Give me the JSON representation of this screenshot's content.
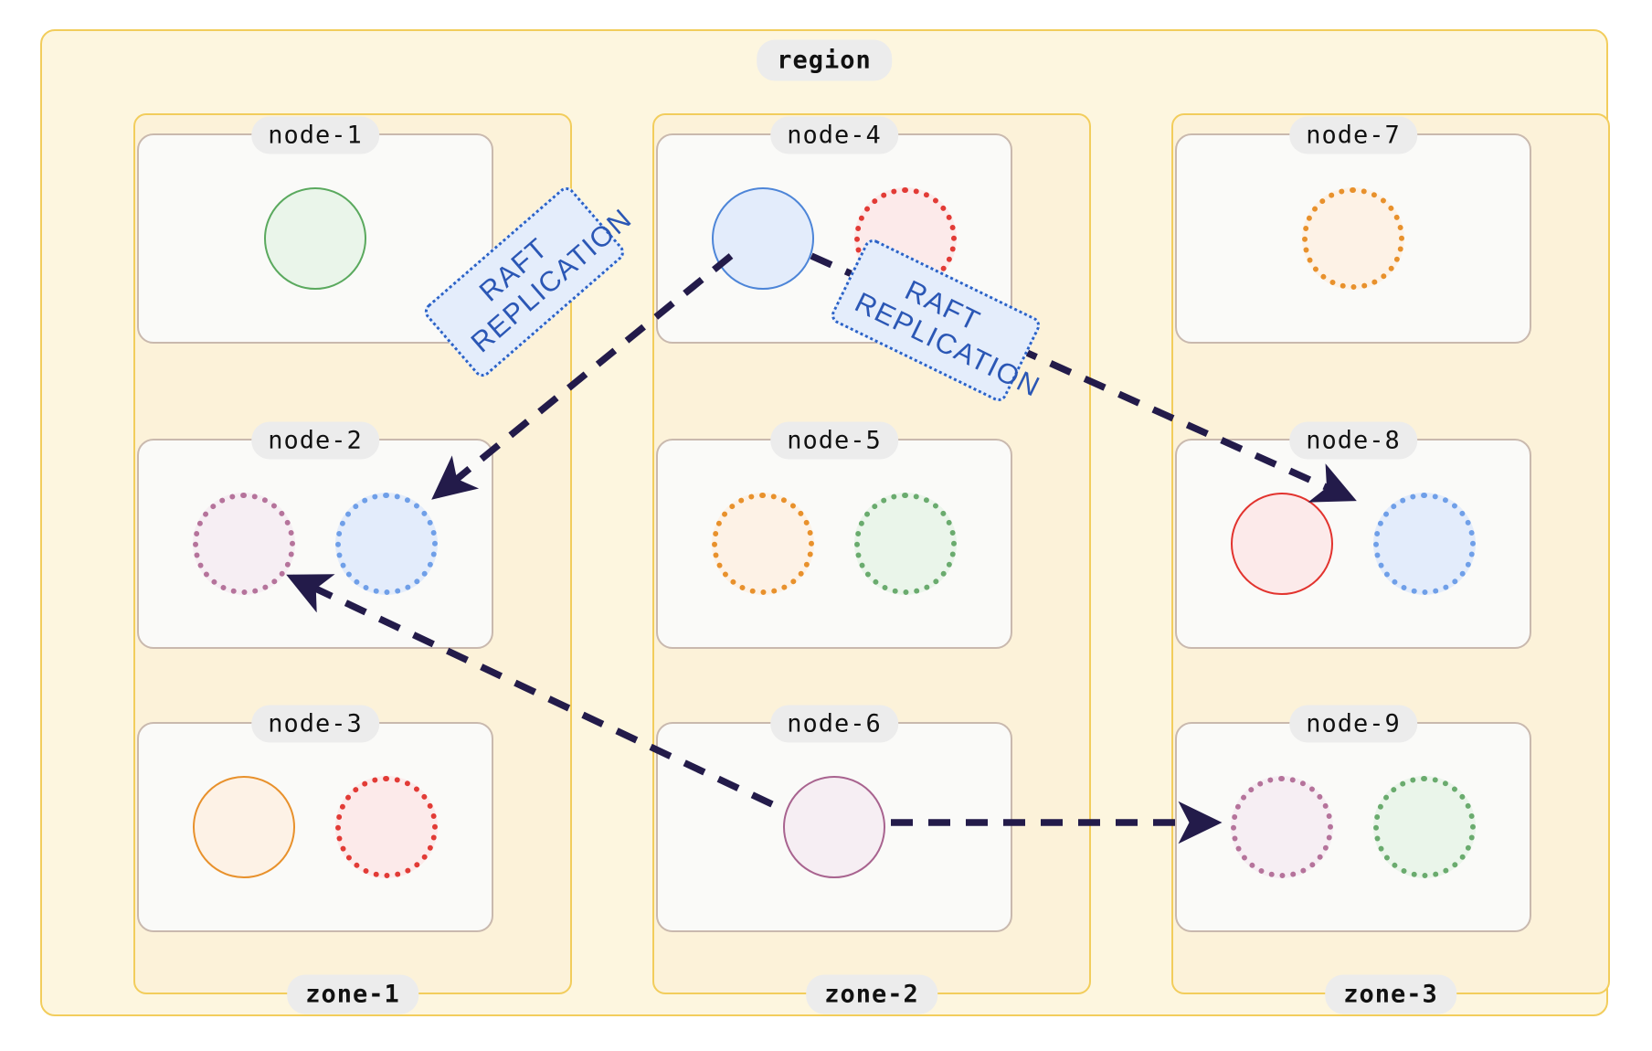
{
  "diagram": {
    "type": "distributed-cluster-topology",
    "region": {
      "label": "region"
    },
    "zones": [
      {
        "id": "zone-1",
        "label": "zone-1"
      },
      {
        "id": "zone-2",
        "label": "zone-2"
      },
      {
        "id": "zone-3",
        "label": "zone-3"
      }
    ],
    "nodes": [
      {
        "id": "node-1",
        "label": "node-1",
        "zone": "zone-1",
        "shards": [
          {
            "color": "#5aa95e",
            "fill": "#eaf5ea",
            "style": "solid"
          }
        ]
      },
      {
        "id": "node-2",
        "label": "node-2",
        "zone": "zone-1",
        "shards": [
          {
            "color": "#b5739b",
            "fill": "#f6eef3",
            "style": "dotted"
          },
          {
            "color": "#6f9fe8",
            "fill": "#e3ecfb",
            "style": "dotted"
          }
        ]
      },
      {
        "id": "node-3",
        "label": "node-3",
        "zone": "zone-1",
        "shards": [
          {
            "color": "#e8912c",
            "fill": "#fdf2e6",
            "style": "solid"
          },
          {
            "color": "#e23b36",
            "fill": "#fceaea",
            "style": "dotted"
          }
        ]
      },
      {
        "id": "node-4",
        "label": "node-4",
        "zone": "zone-2",
        "shards": [
          {
            "color": "#4d85d8",
            "fill": "#e3ecfb",
            "style": "solid"
          },
          {
            "color": "#e23b36",
            "fill": "#fceaea",
            "style": "dotted"
          }
        ]
      },
      {
        "id": "node-5",
        "label": "node-5",
        "zone": "zone-2",
        "shards": [
          {
            "color": "#e8912c",
            "fill": "#fdf2e6",
            "style": "dotted"
          },
          {
            "color": "#6aab6e",
            "fill": "#eaf5ea",
            "style": "dotted"
          }
        ]
      },
      {
        "id": "node-6",
        "label": "node-6",
        "zone": "zone-2",
        "shards": [
          {
            "color": "#a8638f",
            "fill": "#f6eef3",
            "style": "solid"
          }
        ]
      },
      {
        "id": "node-7",
        "label": "node-7",
        "zone": "zone-3",
        "shards": [
          {
            "color": "#e8912c",
            "fill": "#fdf2e6",
            "style": "dotted"
          }
        ]
      },
      {
        "id": "node-8",
        "label": "node-8",
        "zone": "zone-3",
        "shards": [
          {
            "color": "#e2332e",
            "fill": "#fceaea",
            "style": "solid"
          },
          {
            "color": "#6f9fe8",
            "fill": "#e3ecfb",
            "style": "dotted"
          }
        ]
      },
      {
        "id": "node-9",
        "label": "node-9",
        "zone": "zone-3",
        "shards": [
          {
            "color": "#b5739b",
            "fill": "#f6eef3",
            "style": "dotted"
          },
          {
            "color": "#6aab6e",
            "fill": "#eaf5ea",
            "style": "dotted"
          }
        ]
      }
    ],
    "edges": [
      {
        "id": "edge-raft-left",
        "from": "node-4",
        "to": "node-2",
        "label_line1": "RAFT",
        "label_line2": "REPLICATION"
      },
      {
        "id": "edge-raft-right",
        "from": "node-4",
        "to": "node-8",
        "label_line1": "RAFT",
        "label_line2": "REPLICATION"
      },
      {
        "id": "edge-n6-n2",
        "from": "node-6",
        "to": "node-2",
        "label_line1": "",
        "label_line2": ""
      },
      {
        "id": "edge-n6-n9",
        "from": "node-6",
        "to": "node-9",
        "label_line1": "",
        "label_line2": ""
      }
    ],
    "colors": {
      "region_fill": "#fdf6df",
      "region_border": "#f2cd5c",
      "zone_fill": "#fcf2d9",
      "zone_border": "#f2cd5c",
      "node_fill": "#fafaf8",
      "node_border": "#c9b9ae",
      "badge_fill": "#ececec",
      "arrow": "#231b4a",
      "raft_fill": "#e4edfb",
      "raft_border": "#2b62c7",
      "raft_text": "#2b57b5"
    }
  }
}
